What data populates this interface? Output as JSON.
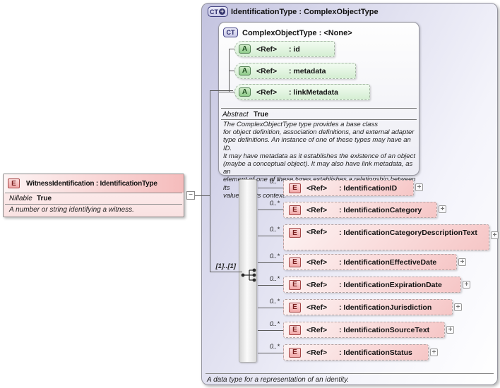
{
  "symbols": {
    "collapse": "−",
    "expand": "+"
  },
  "left_box": {
    "icon_label": "E",
    "title": "WitnessIdentification : IdentificationType",
    "property_label": "Nillable",
    "property_value": "True",
    "description": "A number or string identifying a witness."
  },
  "panel": {
    "icon_label": "CT",
    "icon_plus": "+",
    "title": "IdentificationType : ComplexObjectType",
    "footer": "A data type for a representation of an identity.",
    "ref_label": "<Ref>",
    "base_type": {
      "icon_label": "CT",
      "title": "ComplexObjectType : <None>",
      "attribute_icon_label": "A",
      "attributes": [
        {
          "name": ": id"
        },
        {
          "name": ": metadata"
        },
        {
          "name": ": linkMetadata"
        }
      ],
      "property_label": "Abstract",
      "property_value": "True",
      "description": "The ComplexObjectType type provides a base class\nfor object definition, association definitions, and external adapter\ntype definitions. An instance of one of these types may have an ID.\nIt may have metadata as it establishes the existence of an object\n(maybe a conceptual object). It may also have link metadata, as an\nelement of one of these types establishes a relationship between its\nvalue and its context."
    },
    "sequence": {
      "cardinality": "[1]..[1]",
      "element_icon_label": "E",
      "elements": [
        {
          "occurs": "0..*",
          "name": ": IdentificationID"
        },
        {
          "occurs": "0..*",
          "name": ": IdentificationCategory"
        },
        {
          "occurs": "0..*",
          "name": ": IdentificationCategoryDescriptionText"
        },
        {
          "occurs": "0..*",
          "name": ": IdentificationEffectiveDate"
        },
        {
          "occurs": "0..*",
          "name": ": IdentificationExpirationDate"
        },
        {
          "occurs": "0..*",
          "name": ": IdentificationJurisdiction"
        },
        {
          "occurs": "0..*",
          "name": ": IdentificationSourceText"
        },
        {
          "occurs": "0..*",
          "name": ": IdentificationStatus"
        }
      ]
    }
  },
  "colors": {
    "element_fill": "#f6c6c6",
    "attribute_fill": "#d4eed2",
    "type_fill": "#d9d9ec",
    "border_gray": "#95959f"
  }
}
